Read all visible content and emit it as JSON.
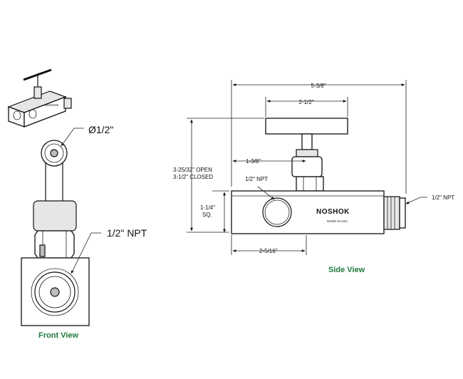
{
  "front_view": {
    "diameter_label": "Ø1/2\"",
    "npt_label": "1/2\" NPT",
    "caption": "Front View"
  },
  "side_view": {
    "overall_length": "5-3/8\"",
    "handle_width": "2-1/2\"",
    "height_open": "3-25/32\" OPEN",
    "height_closed": "3-1/2\" CLOSED",
    "handle_offset": "1-3/8\"",
    "port_label": "1/2\" NPT",
    "body_square_1": "1-1/4\"",
    "body_square_2": "SQ.",
    "outlet_label": "1/2\" NPT",
    "port_offset": "2-5/16\"",
    "brand_text": "NOSHOK",
    "made_text": "MADE IN USA",
    "caption": "Side View"
  },
  "colors": {
    "caption_green": "#1d7a3a",
    "line": "#111111"
  }
}
